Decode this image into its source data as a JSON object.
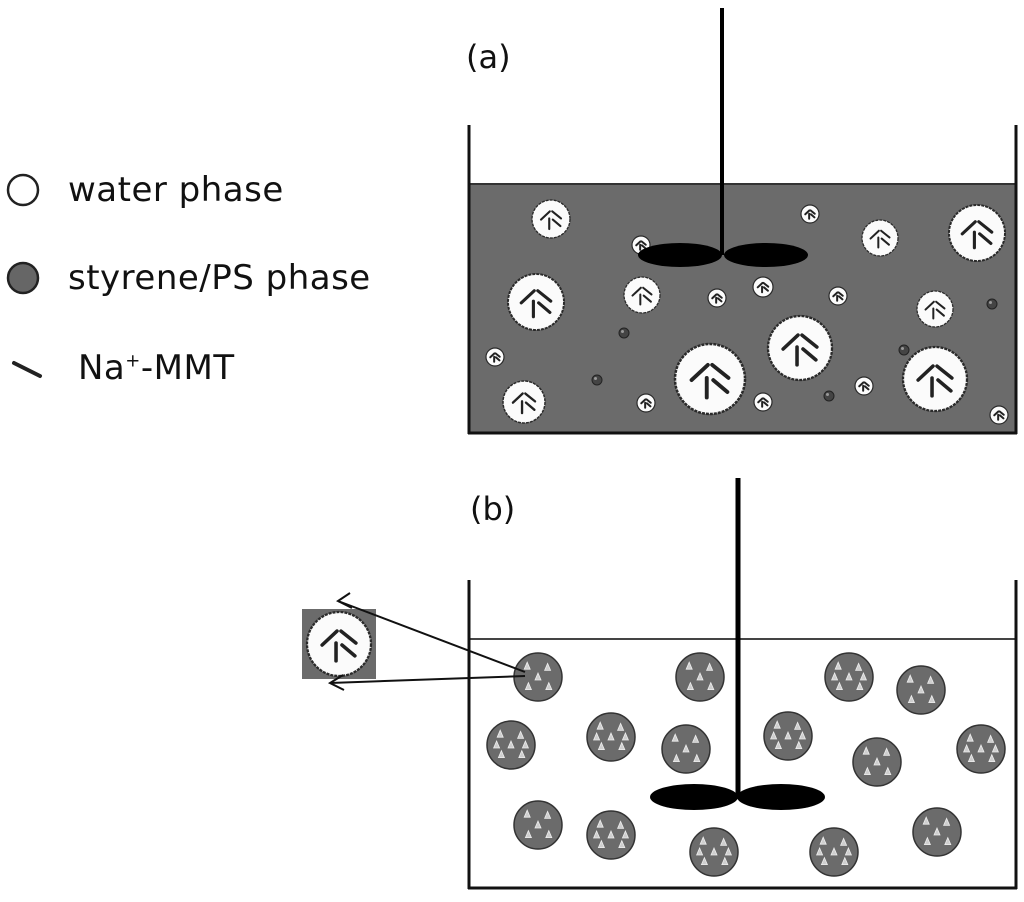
{
  "legend": {
    "items": [
      {
        "icon": "open-circle",
        "label": "water phase"
      },
      {
        "icon": "filled-gray-circle",
        "label": "styrene/PS phase"
      },
      {
        "icon": "short-stroke",
        "label_main": "Na",
        "label_sup": "+",
        "label_rest": "-MMT"
      }
    ]
  },
  "panels": [
    {
      "id": "a",
      "label": "(a)",
      "continuous_phase": "styrene/PS",
      "dispersed_phase": "water (with Na+-MMT)"
    },
    {
      "id": "b",
      "label": "(b)",
      "continuous_phase": "water",
      "dispersed_phase": "styrene/PS (with Na+-MMT)"
    }
  ],
  "colors": {
    "styrene_phase": "#6b6b6b",
    "water_phase": "#ffffff",
    "stroke": "#111111"
  }
}
